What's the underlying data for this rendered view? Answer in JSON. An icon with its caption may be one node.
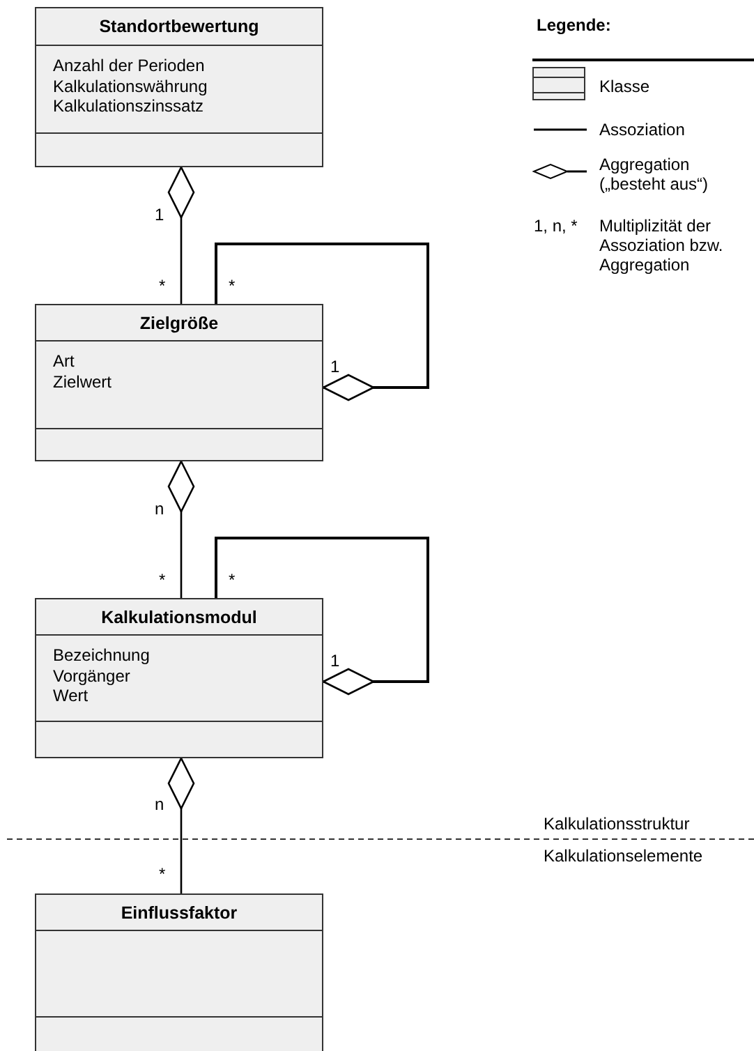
{
  "diagram": {
    "nodes": [
      {
        "text": [
          "Standortbewertung",
          "Anzahl der Perioden",
          "Kalkulationswährung",
          "Kalkulationszinssatz"
        ]
      },
      {
        "text": [
          "Zielgröße",
          "Art",
          "Zielwert"
        ]
      },
      {
        "text": [
          "Kalkulationsmodul",
          "Bezeichnung",
          "Vorgänger",
          "Wert"
        ]
      },
      {
        "text": [
          "Einflussfaktor"
        ]
      }
    ],
    "edges": [
      {
        "from": 0,
        "to": 1,
        "arrow": "other"
      },
      {
        "from": 1,
        "to": 1,
        "arrow": "other"
      },
      {
        "from": 1,
        "to": 2,
        "arrow": "other"
      },
      {
        "from": 2,
        "to": 2,
        "arrow": "other"
      },
      {
        "from": 2,
        "to": 3,
        "arrow": "other"
      }
    ],
    "labels": [
      "Legende:",
      "1, n, *",
      "1",
      "*",
      "*",
      "1",
      "n",
      "*",
      "*",
      "1",
      "n",
      "Kalkulationsstruktur",
      "Kalkulationselemente",
      "*"
    ],
    "legend": [
      {
        "text": "Klasse"
      },
      {
        "text": "Assoziation"
      },
      {
        "text": "Aggregation („besteht aus“)"
      },
      {
        "text": "Multiplizität der Assoziation bzw. Aggregation"
      }
    ]
  }
}
